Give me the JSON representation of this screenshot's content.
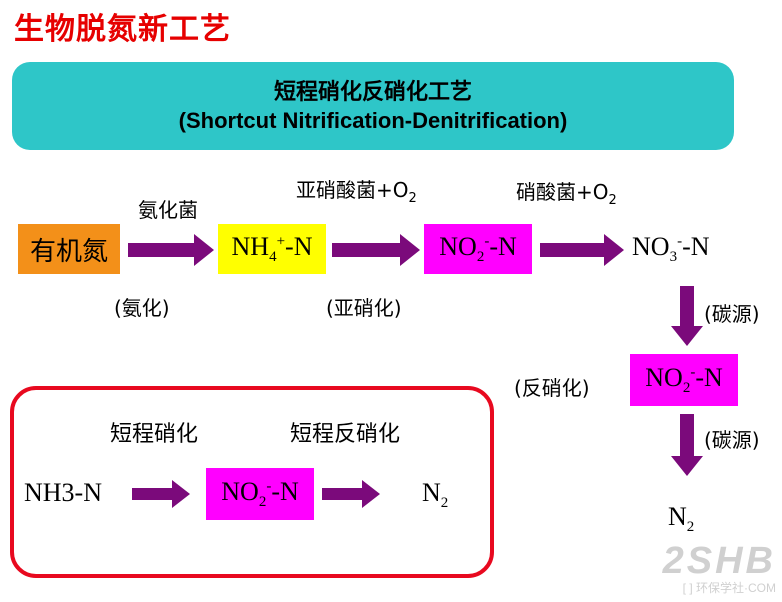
{
  "title": "生物脱氮新工艺",
  "banner": {
    "line1": "短程硝化反硝化工艺",
    "line2": "(Shortcut Nitrification-Denitrification)"
  },
  "main_flow": {
    "organic_n": "有机氮",
    "ammonifier_label": "氨化菌",
    "ammonification_label": "(氨化)",
    "nh4_main": "NH",
    "nh4_sub": "4",
    "nh4_sup": "+",
    "nh4_tail": "-N",
    "nitrite_bacteria_label": "亚硝酸菌+O",
    "nitrite_bacteria_sub": "2",
    "nitritation_label": "(亚硝化)",
    "no2_main": "NO",
    "no2_sub": "2",
    "no2_sup": "-",
    "no2_tail": "-N",
    "nitrate_bacteria_label": "硝酸菌+O",
    "nitrate_bacteria_sub": "2",
    "no3_main": "NO",
    "no3_sub": "3",
    "no3_sup": "-",
    "no3_tail": "-N"
  },
  "right_branch": {
    "carbon_source_1": "(碳源)",
    "denitrification_label": "(反硝化)",
    "no2_main": "NO",
    "no2_sub": "2",
    "no2_sup": "-",
    "no2_tail": "-N",
    "carbon_source_2": "(碳源)",
    "n2_main": "N",
    "n2_sub": "2"
  },
  "shortcut_box": {
    "shortcut_nitrification": "短程硝化",
    "shortcut_denitrification": "短程反硝化",
    "nh3": "NH3-N",
    "no2_main": "NO",
    "no2_sub": "2",
    "no2_sup": "-",
    "no2_tail": "-N",
    "n2_main": "N",
    "n2_sub": "2"
  },
  "watermark": {
    "logo": "2SHB",
    "caption": "[  ] 环保学社·COM"
  },
  "colors": {
    "title_red": "#e60000",
    "banner_teal": "#2ec6c8",
    "orange": "#f39019",
    "yellow": "#ffff00",
    "magenta": "#ff00ff",
    "arrow_purple": "#7b0a7b",
    "border_red": "#e8091f"
  }
}
